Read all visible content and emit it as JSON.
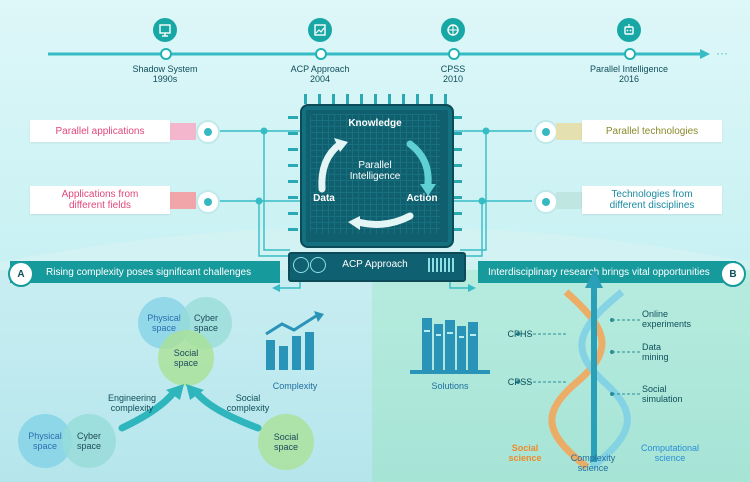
{
  "timeline": [
    {
      "label": "Shadow System\n1990s",
      "icon": "monitor-icon"
    },
    {
      "label": "ACP Approach\n2004",
      "icon": "calendar-chart-icon"
    },
    {
      "label": "CPSS\n2010",
      "icon": "network-globe-icon"
    },
    {
      "label": "Parallel Intelligence\n2016",
      "icon": "robot-head-icon"
    }
  ],
  "timeline_ellipsis": "···",
  "left_cards": [
    "Parallel applications",
    "Applications from\ndifferent fields"
  ],
  "right_cards": [
    "Parallel technologies",
    "Technologies from\ndifferent disciplines"
  ],
  "chip": {
    "center": "Parallel\nIntelligence",
    "knowledge": "Knowledge",
    "action": "Action",
    "data": "Data"
  },
  "server_label": "ACP Approach",
  "banner_left": {
    "badge": "A",
    "text": "Rising complexity  poses significant challenges"
  },
  "banner_right": {
    "badge": "B",
    "text": "Interdisciplinary research brings vital opportunities"
  },
  "left_panel": {
    "top_physical": "Physical\nspace",
    "top_cyber": "Cyber\nspace",
    "social": "Social\nspace",
    "complexity": "Complexity",
    "engineering_complexity": "Engineering\ncomplexity",
    "social_complexity": "Social\ncomplexity",
    "bottom_physical": "Physical\nspace",
    "bottom_cyber": "Cyber\nspace",
    "bottom_social": "Social\nspace"
  },
  "right_panel": {
    "solutions": "Solutions",
    "cphs": "CPHS",
    "cpss": "CPSS",
    "online_experiments": "Online\nexperiments",
    "data_mining": "Data\nmining",
    "social_simulation": "Social\nsimulation",
    "social_science": "Social\nscience",
    "complexity_science": "Complexity\nscience",
    "computational_science": "Computational\nscience"
  },
  "colors": {
    "teal": "#179a9c",
    "chip": "#0f5f6e",
    "pink_text": "#e0487a",
    "olive_text": "#8a8a2a",
    "teal_text": "#1a8aa0",
    "orange": "#f08a2a",
    "blue": "#2a8ed6"
  }
}
